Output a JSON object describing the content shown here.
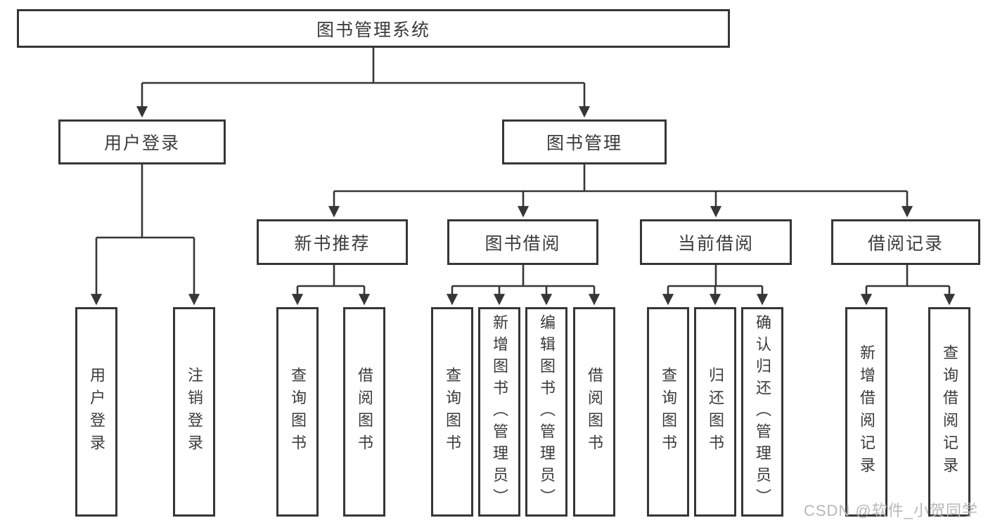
{
  "diagram": {
    "title": "图书管理系统",
    "root": {
      "label": "图书管理系统"
    },
    "branches": [
      {
        "label": "用户登录",
        "children": [
          {
            "label": "用户登录"
          },
          {
            "label": "注销登录"
          }
        ]
      },
      {
        "label": "图书管理",
        "children": [
          {
            "label": "新书推荐",
            "children": [
              {
                "label": "查询图书"
              },
              {
                "label": "借阅图书"
              }
            ]
          },
          {
            "label": "图书借阅",
            "children": [
              {
                "label": "查询图书"
              },
              {
                "label": "新增图书（管理员）"
              },
              {
                "label": "编辑图书（管理员）"
              },
              {
                "label": "借阅图书"
              }
            ]
          },
          {
            "label": "当前借阅",
            "children": [
              {
                "label": "查询图书"
              },
              {
                "label": "归还图书"
              },
              {
                "label": "确认归还（管理员）"
              }
            ]
          },
          {
            "label": "借阅记录",
            "children": [
              {
                "label": "新增借阅记录"
              },
              {
                "label": "查询借阅记录"
              }
            ]
          }
        ]
      }
    ],
    "colors": {
      "line": "#363636",
      "text": "#3b3b3b",
      "background": "#ffffff",
      "watermark": "#b8b8b8"
    }
  },
  "watermark": {
    "text": "CSDN @软件_小贺同学"
  }
}
